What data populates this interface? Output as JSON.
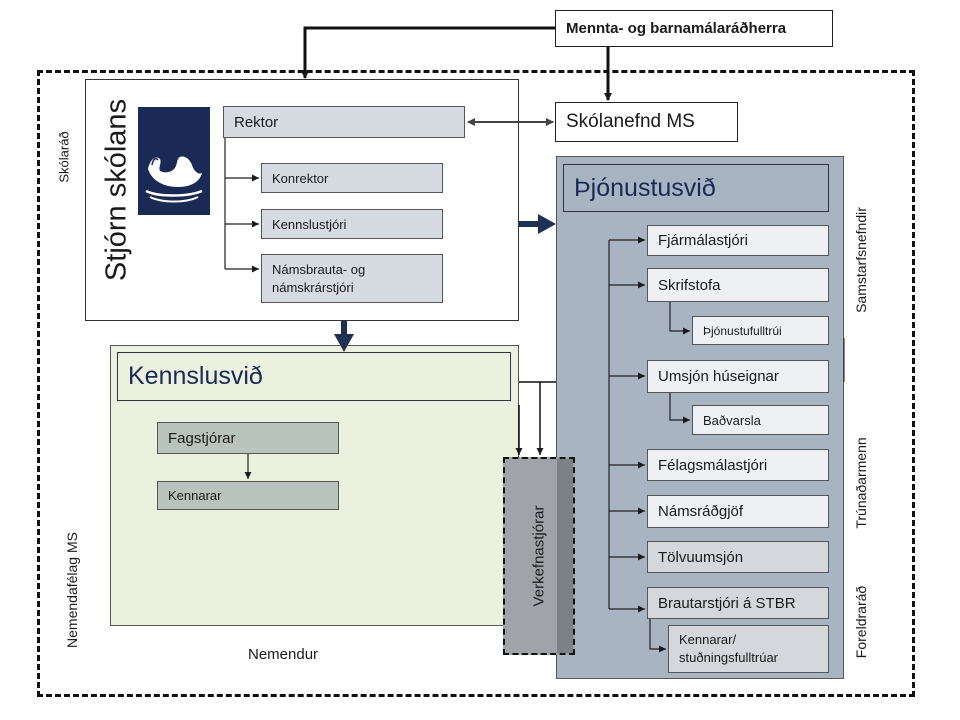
{
  "minister": "Mennta- og barnamálaráðherra",
  "school_committee": "Skólanefnd MS",
  "board": {
    "title": "Stjórn skólans",
    "logo_icon": "swan-logo-icon",
    "rektor": "Rektor",
    "konrektor": "Konrektor",
    "kennslustjori": "Kennslustjóri",
    "namsbrautastjori": "Námsbrauta- og námskrárstjóri"
  },
  "teaching": {
    "title": "Kennslusvið",
    "fagstjorar": "Fagstjórar",
    "kennarar": "Kennarar"
  },
  "project_managers": "Verkefnastjórar",
  "service": {
    "title": "Þjónustusvið",
    "items": {
      "fjarmalastjori": "Fjármálastjóri",
      "skrifstofa": "Skrifstofa",
      "thjonustufulltrui": "Þjónustufulltrúi",
      "umsjon_huseignar": "Umsjón húseignar",
      "badvarsla": "Baðvarsla",
      "felagsmalastjori": "Félagsmálastjóri",
      "namsradgjof": "Námsráðgjöf",
      "tolvuumsjon": "Tölvuumsjón",
      "brautarstjori": "Brautarstjóri á STBR",
      "kennarar_studningsfulltruar": "Kennarar/ stuðningsfulltrúar"
    }
  },
  "side_labels": {
    "skolarad": "Skólaráð",
    "nemendafelag": "Nemendafélag MS",
    "nemendur": "Nemendur",
    "samstarfsnefndir": "Samstarfsnefndir",
    "trunadarmenn": "Trúnaðarmenn",
    "foreldrarad": "Foreldraráð"
  },
  "colors": {
    "logo_navy": "#1b2a55",
    "connector": "#1f3150",
    "box_gray": "#d6dbe2",
    "service_panel": "#a9b4c2",
    "teaching_panel": "#ebf1de",
    "teaching_box": "#b9c3be",
    "verkefna_panel": "#8c9097"
  }
}
